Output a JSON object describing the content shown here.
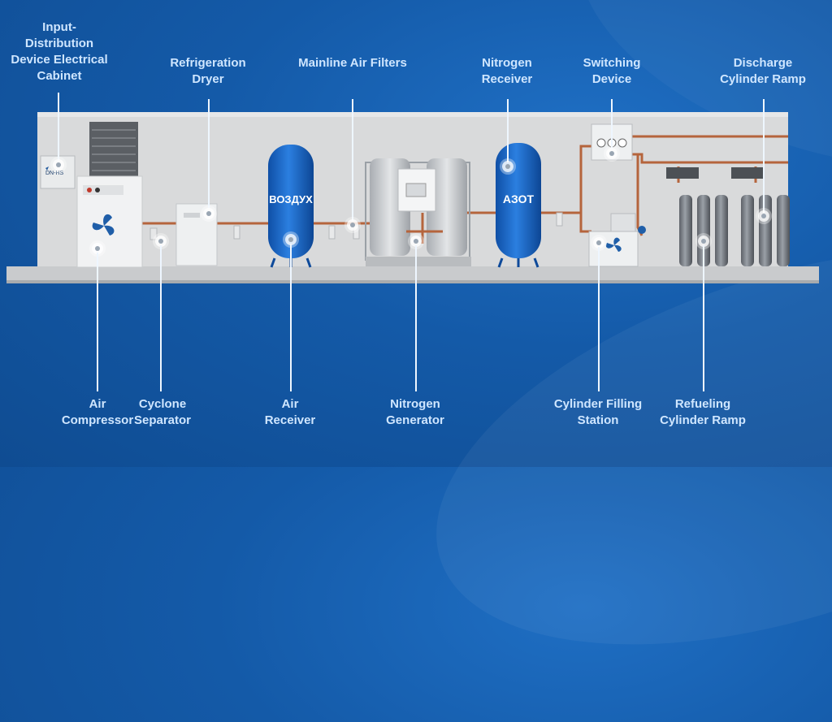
{
  "tank_labels": {
    "air": "ВОЗДУХ",
    "nitrogen": "АЗОТ"
  },
  "brand_text": "DN-HS",
  "callouts": [
    {
      "id": "input-distribution-device-electrical-cabinet",
      "lines": [
        "Input-",
        "Distribution",
        "Device Electrical",
        "Cabinet"
      ]
    },
    {
      "id": "refrigeration-dryer",
      "lines": [
        "Refrigeration",
        "Dryer"
      ]
    },
    {
      "id": "mainline-air-filters",
      "lines": [
        "Mainline Air Filters"
      ]
    },
    {
      "id": "nitrogen-receiver",
      "lines": [
        "Nitrogen",
        "Receiver"
      ]
    },
    {
      "id": "switching-device",
      "lines": [
        "Switching",
        "Device"
      ]
    },
    {
      "id": "discharge-cylinder-ramp",
      "lines": [
        "Discharge",
        "Cylinder Ramp"
      ]
    },
    {
      "id": "air-compressor",
      "lines": [
        "Air",
        "Compressor"
      ]
    },
    {
      "id": "cyclone-separator",
      "lines": [
        "Cyclone",
        "Separator"
      ]
    },
    {
      "id": "air-receiver",
      "lines": [
        "Air",
        "Receiver"
      ]
    },
    {
      "id": "nitrogen-generator",
      "lines": [
        "Nitrogen",
        "Generator"
      ]
    },
    {
      "id": "cylinder-filling-station",
      "lines": [
        "Cylinder Filling",
        "Station"
      ]
    },
    {
      "id": "refueling-cylinder-ramp",
      "lines": [
        "Refueling",
        "Cylinder Ramp"
      ]
    }
  ],
  "colors": {
    "background": "#145aa8",
    "label_text": "#cfe6ff",
    "tank_blue": "#1a67c9",
    "pipe_copper": "#b5643c",
    "wall": "#d9dadb",
    "floor": "#c4c6c8"
  }
}
